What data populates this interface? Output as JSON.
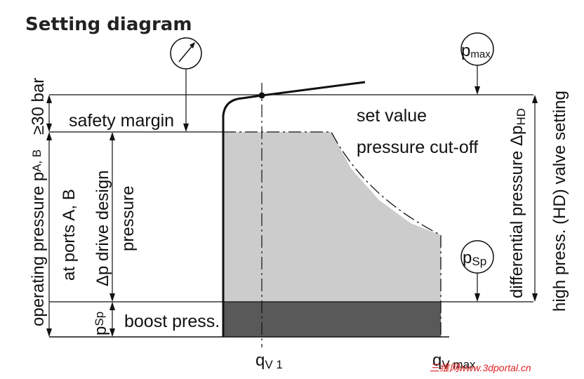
{
  "title": "Setting diagram",
  "labels": {
    "safety_margin": "safety margin",
    "set_value": "set value",
    "pressure_cutoff": "pressure cut-off",
    "boost_press": "boost press.",
    "operating_pressure": "operating pressure p",
    "operating_pressure_sub": "A, B",
    "at_ports": "at ports A, B",
    "dp_drive_design": "Δp drive design",
    "pressure": "pressure",
    "margin_30bar": "≥30 bar",
    "psp_axis": "p",
    "psp_axis_sub": "Sp",
    "differential_pressure": "differential pressure Δp",
    "differential_pressure_sub": "HD",
    "high_press_setting": "high press. (HD) valve setting",
    "qv1": "q",
    "qv1_sub": "V 1",
    "qvmax": "q",
    "qvmax_sub": "V max"
  },
  "callouts": {
    "pmax": "p",
    "pmax_sub": "max",
    "psp": "p",
    "psp_sub": "Sp"
  },
  "watermark": "三维网www.3dportal.cn",
  "colors": {
    "fill_light": "#cccccc",
    "fill_dark": "#595959",
    "line": "#111111",
    "watermark": "#dd2222"
  }
}
